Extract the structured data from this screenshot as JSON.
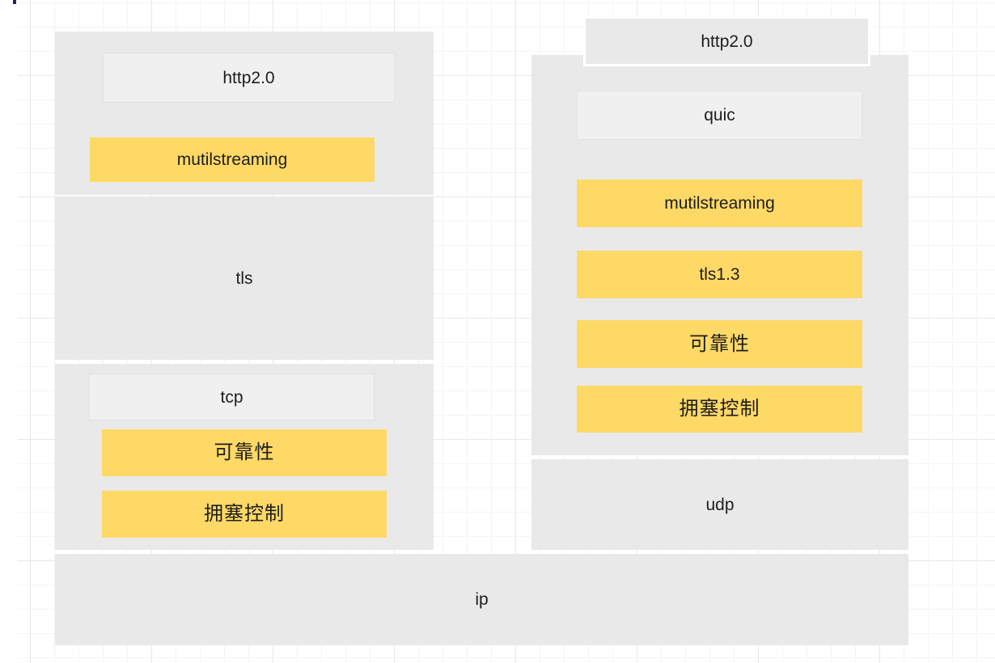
{
  "diagram": {
    "left_stack": {
      "http2_label": "http2.0",
      "http2_feature": "mutilstreaming",
      "tls_label": "tls",
      "tcp_label": "tcp",
      "tcp_features": [
        "可靠性",
        "拥塞控制"
      ]
    },
    "right_stack": {
      "http2_label": "http2.0",
      "quic_label": "quic",
      "quic_features": [
        "mutilstreaming",
        "tls1.3",
        "可靠性",
        "拥塞控制"
      ],
      "udp_label": "udp"
    },
    "ip_label": "ip",
    "colors": {
      "background": "#ffffff",
      "node_fill": "#e9e9e9",
      "feature_fill": "#ffd966",
      "text": "#1d1d1d",
      "grid_minor": "#f4f4f4",
      "grid_major": "#e8e8e8"
    }
  }
}
